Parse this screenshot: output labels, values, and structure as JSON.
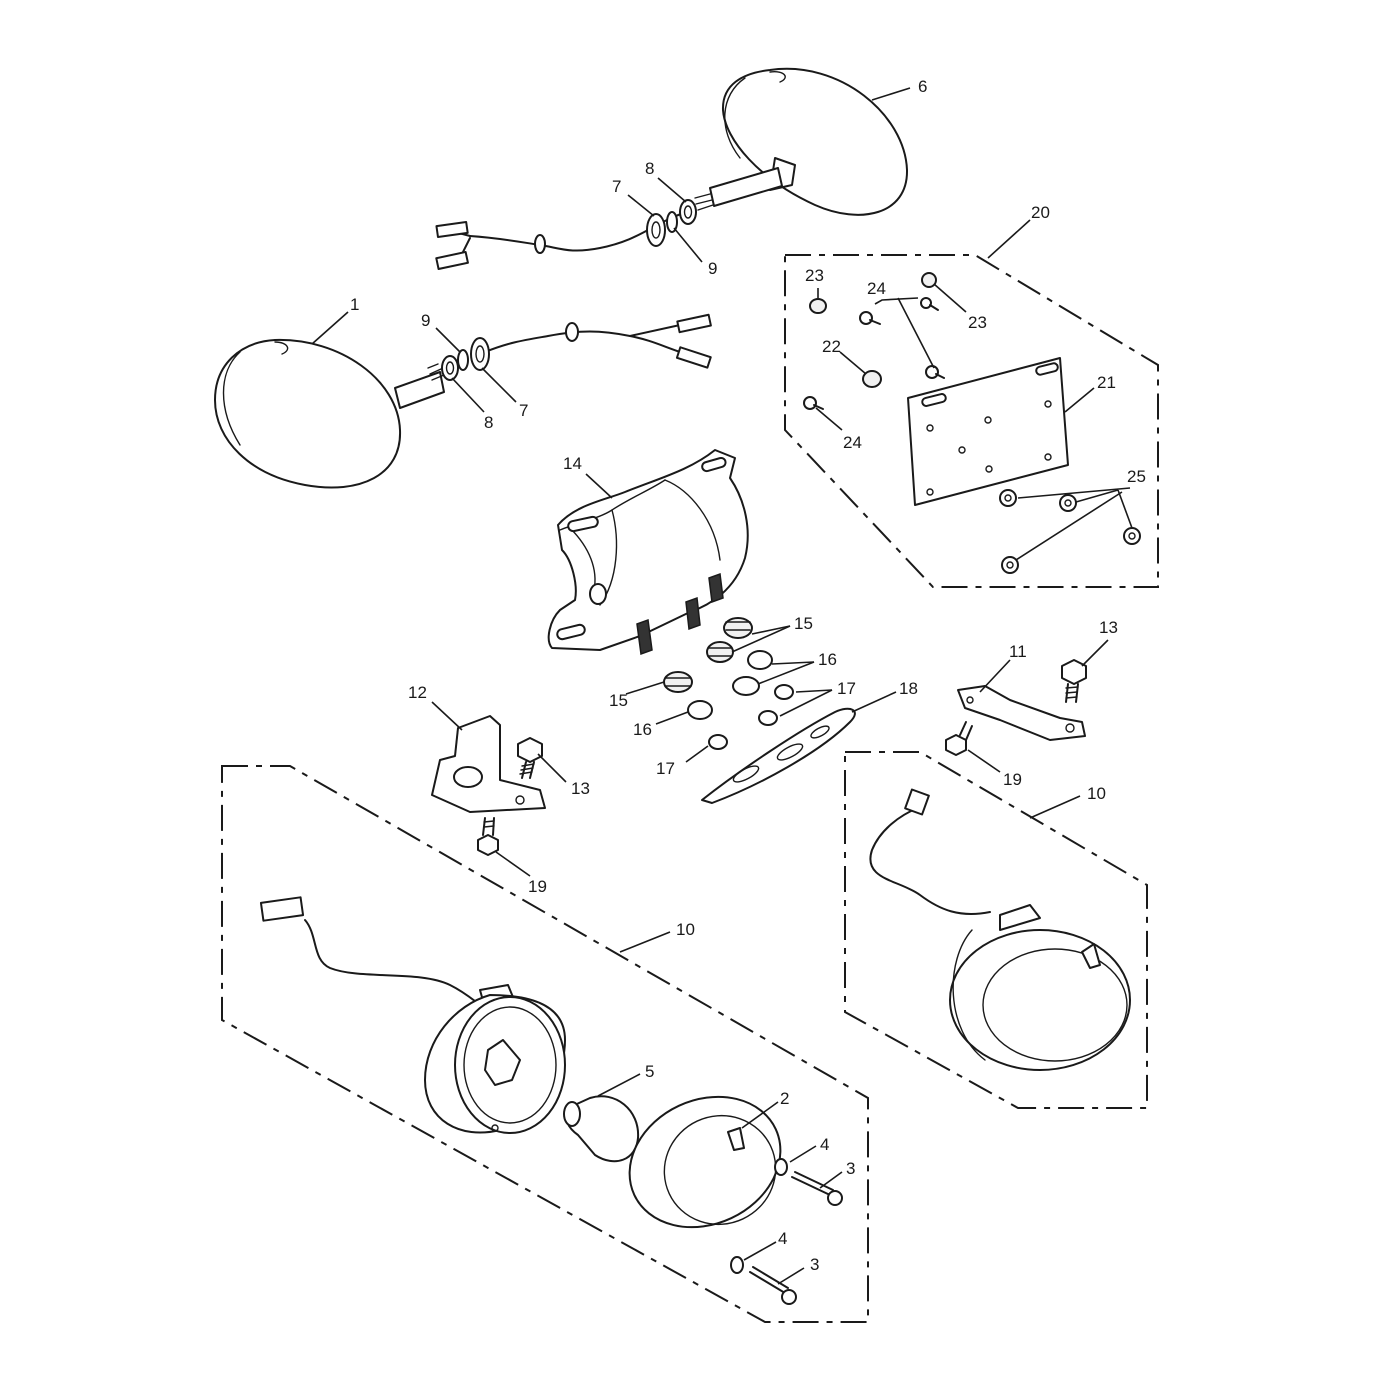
{
  "callouts": [
    {
      "id": "c1",
      "text": "1"
    },
    {
      "id": "c2",
      "text": "2"
    },
    {
      "id": "c3a",
      "text": "3"
    },
    {
      "id": "c3b",
      "text": "3"
    },
    {
      "id": "c4a",
      "text": "4"
    },
    {
      "id": "c4b",
      "text": "4"
    },
    {
      "id": "c5",
      "text": "5"
    },
    {
      "id": "c6",
      "text": "6"
    },
    {
      "id": "c7a",
      "text": "7"
    },
    {
      "id": "c7b",
      "text": "7"
    },
    {
      "id": "c8a",
      "text": "8"
    },
    {
      "id": "c8b",
      "text": "8"
    },
    {
      "id": "c9a",
      "text": "9"
    },
    {
      "id": "c9b",
      "text": "9"
    },
    {
      "id": "c10a",
      "text": "10"
    },
    {
      "id": "c10b",
      "text": "10"
    },
    {
      "id": "c11",
      "text": "11"
    },
    {
      "id": "c12",
      "text": "12"
    },
    {
      "id": "c13a",
      "text": "13"
    },
    {
      "id": "c13b",
      "text": "13"
    },
    {
      "id": "c14",
      "text": "14"
    },
    {
      "id": "c15a",
      "text": "15"
    },
    {
      "id": "c15b",
      "text": "15"
    },
    {
      "id": "c16a",
      "text": "16"
    },
    {
      "id": "c16b",
      "text": "16"
    },
    {
      "id": "c17a",
      "text": "17"
    },
    {
      "id": "c17b",
      "text": "17"
    },
    {
      "id": "c18",
      "text": "18"
    },
    {
      "id": "c19a",
      "text": "19"
    },
    {
      "id": "c19b",
      "text": "19"
    },
    {
      "id": "c20",
      "text": "20"
    },
    {
      "id": "c21",
      "text": "21"
    },
    {
      "id": "c22",
      "text": "22"
    },
    {
      "id": "c23a",
      "text": "23"
    },
    {
      "id": "c23b",
      "text": "23"
    },
    {
      "id": "c24a",
      "text": "24"
    },
    {
      "id": "c24b",
      "text": "24"
    },
    {
      "id": "c25",
      "text": "25"
    }
  ]
}
